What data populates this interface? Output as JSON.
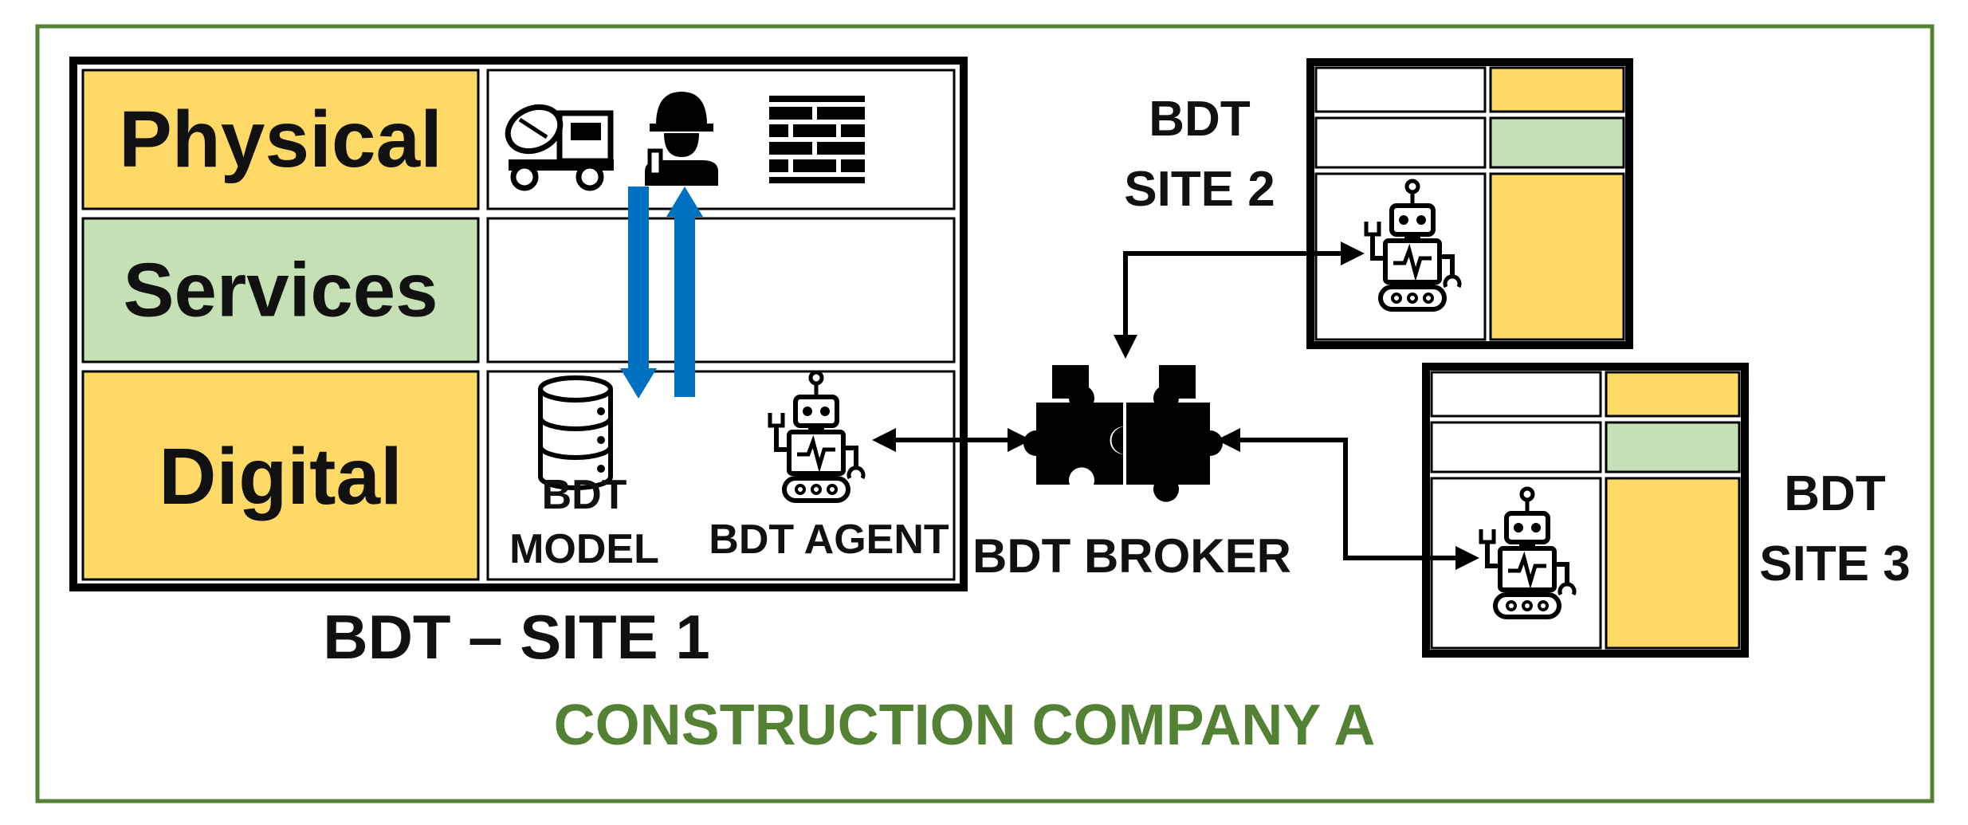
{
  "colors": {
    "frame": "#548235",
    "physical": "#FFD966",
    "services": "#C5E0B4",
    "digital": "#FFD966",
    "arrow_blue": "#0070C0",
    "ink": "#000000",
    "company_text": "#548235"
  },
  "site1": {
    "title": "BDT – SITE 1",
    "layers": {
      "physical": "Physical",
      "services": "Services",
      "digital": "Digital"
    },
    "physical_icons": [
      "concrete-mixer-truck-icon",
      "construction-worker-icon",
      "brick-wall-icon"
    ],
    "model_label_line1": "BDT",
    "model_label_line2": "MODEL",
    "agent_label": "BDT AGENT"
  },
  "broker": {
    "label": "BDT BROKER",
    "icon": "puzzle-pieces-icon"
  },
  "site2": {
    "label_line1": "BDT",
    "label_line2": "SITE 2",
    "icon": "robot-agent-icon"
  },
  "site3": {
    "label_line1": "BDT",
    "label_line2": "SITE 3",
    "icon": "robot-agent-icon"
  },
  "company": {
    "label": "CONSTRUCTION COMPANY A"
  }
}
